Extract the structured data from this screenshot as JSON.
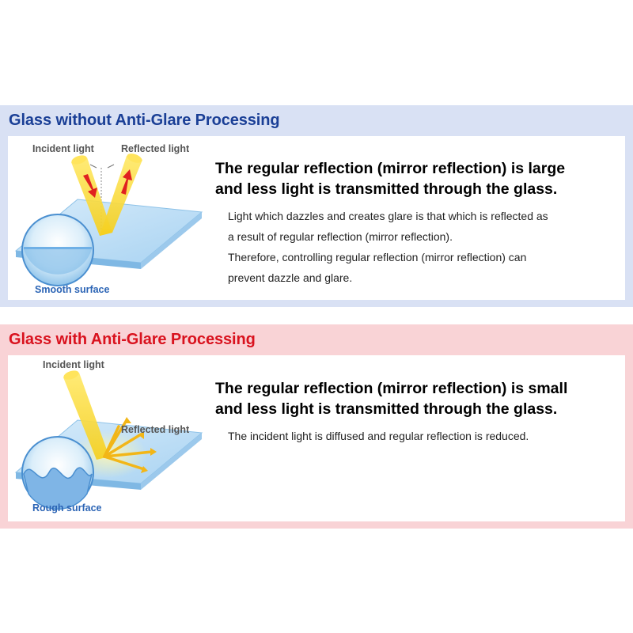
{
  "without": {
    "title": "Glass without Anti-Glare Processing",
    "incident_label": "Incident light",
    "reflected_label": "Reflected light",
    "surface_label": "Smooth surface",
    "heading_lines": [
      "The regular reflection (mirror reflection) is large",
      "and less light is transmitted through the glass."
    ],
    "description_lines": [
      "Light which dazzles and creates glare is that which is reflected as",
      "a result of regular reflection (mirror reflection).",
      "Therefore, controlling regular reflection (mirror reflection) can",
      "prevent dazzle and glare."
    ]
  },
  "with": {
    "title": "Glass with Anti-Glare Processing",
    "incident_label": "Incident light",
    "reflected_label": "Reflected light",
    "surface_label": "Rough surface",
    "heading_lines": [
      "The regular reflection (mirror reflection) is small",
      "and less light is transmitted through the glass."
    ],
    "description_lines": [
      "The incident light is diffused and regular reflection is reduced."
    ]
  },
  "colors": {
    "section1_bg": "#d9e1f4",
    "section1_title": "#1a3f96",
    "section2_bg": "#f9d3d6",
    "section2_title": "#d9121e",
    "light_beam": "#f7d31c",
    "arrow_red": "#e02020",
    "label_blue": "#2b64b5"
  }
}
